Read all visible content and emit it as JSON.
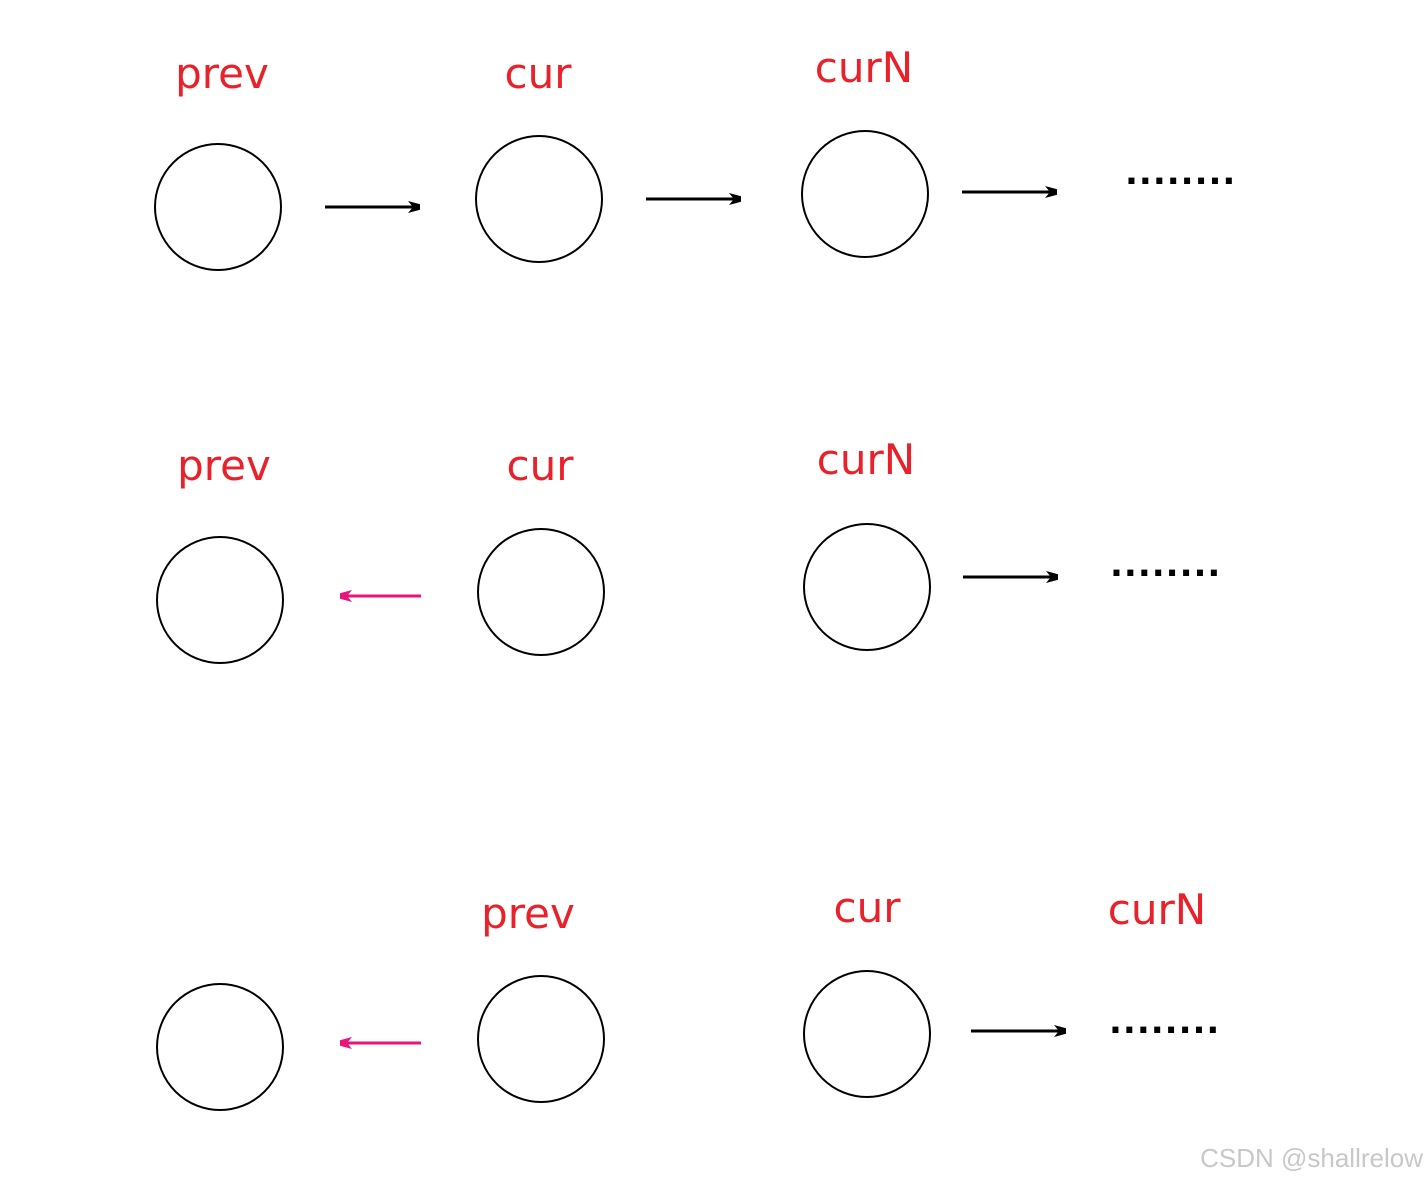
{
  "colors": {
    "label": "#e8212a",
    "arrow_forward": "#000000",
    "arrow_reversed": "#e8137c",
    "node_stroke": "#000000",
    "watermark": "#c8c8c8"
  },
  "rows": [
    {
      "labels": [
        "prev",
        "cur",
        "curN"
      ],
      "ellipsis": "........"
    },
    {
      "labels": [
        "prev",
        "cur",
        "curN"
      ],
      "ellipsis": "........"
    },
    {
      "labels": [
        "prev",
        "cur",
        "curN"
      ],
      "ellipsis": "........"
    }
  ],
  "watermark": "CSDN @shallrelow"
}
